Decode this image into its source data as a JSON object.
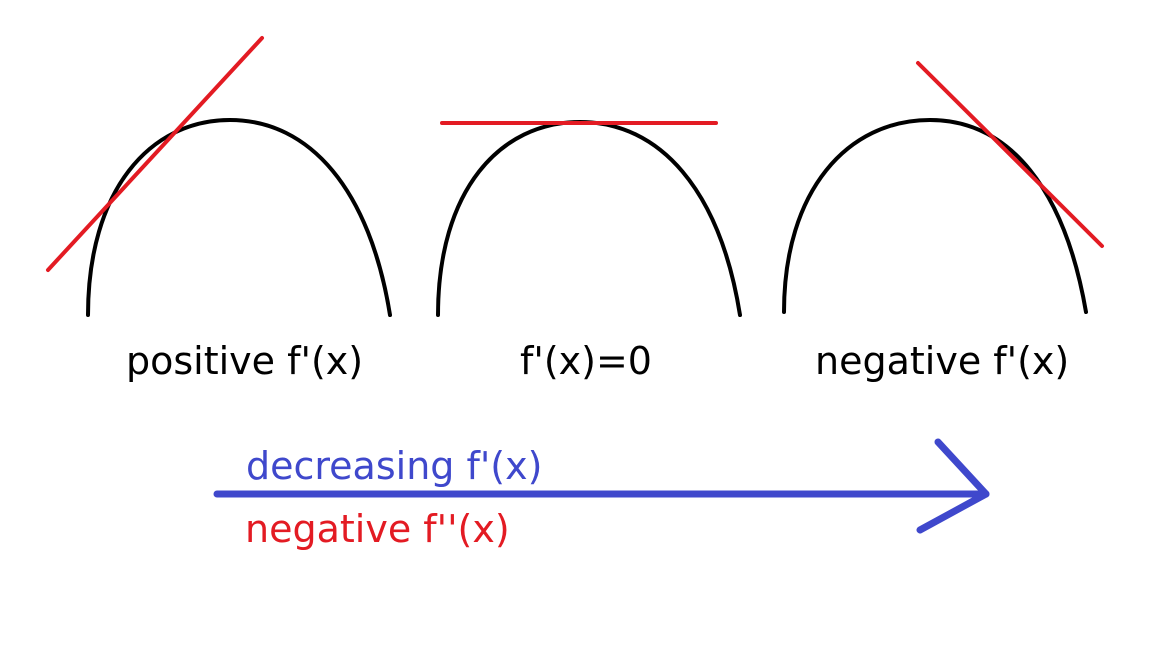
{
  "colors": {
    "curve": "#000000",
    "tangent": "#e31b23",
    "arrow": "#3f48cc",
    "second_derivative_text": "#e31b23",
    "first_derivative_text": "#3f48cc"
  },
  "panels": [
    {
      "label": "positive f'(x)"
    },
    {
      "label": "f'(x)=0"
    },
    {
      "label": "negative f'(x)"
    }
  ],
  "arrow": {
    "top_label": "decreasing f'(x)",
    "bottom_label": "negative f''(x)"
  }
}
